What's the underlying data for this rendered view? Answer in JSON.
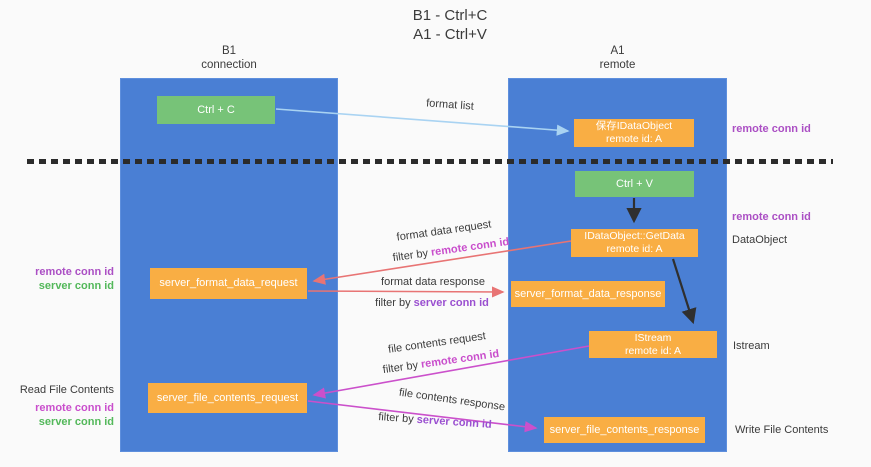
{
  "title": {
    "line1": "B1 - Ctrl+C",
    "line2": "A1 - Ctrl+V"
  },
  "lanes": {
    "left": {
      "name_line1": "B1",
      "name_line2": "connection"
    },
    "right": {
      "name_line1": "A1",
      "name_line2": "remote"
    }
  },
  "boxes": {
    "ctrl_c": {
      "label": "Ctrl + C"
    },
    "ctrl_v": {
      "label": "Ctrl + V"
    },
    "save_dataobject": {
      "line1": "保存IDataObject",
      "line2": "remote id: A"
    },
    "getdata": {
      "line1": "IDataObject::GetData",
      "line2": "remote id: A"
    },
    "istream": {
      "line1": "IStream",
      "line2": "remote id: A"
    },
    "server_format_data_request": {
      "label": "server_format_data_request"
    },
    "server_format_data_response": {
      "label": "server_format_data_response"
    },
    "server_file_contents_request": {
      "label": "server_file_contents_request"
    },
    "server_file_contents_response": {
      "label": "server_file_contents_response"
    }
  },
  "flow_labels": {
    "format_list": "format list",
    "format_data_request": "format data request",
    "format_data_request_filter_prefix": "filter by ",
    "format_data_request_filter_key": "remote conn id",
    "format_data_response": "format data response",
    "format_data_response_filter_prefix": "filter by ",
    "format_data_response_filter_key": "server conn id",
    "file_contents_request": "file contents request",
    "file_contents_request_filter_prefix": "filter by ",
    "file_contents_request_filter_key": "remote conn id",
    "file_contents_response": "file contents response",
    "file_contents_response_filter_prefix": "filter by ",
    "file_contents_response_filter_key": "server conn id"
  },
  "side_labels": {
    "right_remote_conn_id_top": "remote conn id",
    "right_remote_conn_id_mid": "remote conn id",
    "right_dataobject": "DataObject",
    "right_istream": "Istream",
    "right_write_file_contents": "Write File Contents",
    "left_remote_conn_id_top": "remote conn id",
    "left_server_conn_id_top": "server conn id",
    "left_read_file_contents": "Read File Contents",
    "left_remote_conn_id_bottom": "remote conn id",
    "left_server_conn_id_bottom": "server conn id"
  },
  "colors": {
    "lane_blue": "#4a7fd4",
    "box_orange": "#f9ae44",
    "box_green": "#77c378",
    "arrow_black": "#2f2f2f",
    "arrow_salmon": "#e87474",
    "arrow_magenta": "#cb50cb",
    "arrow_lightblue": "#a9d3f2",
    "text_purple": "#ab4fc4",
    "text_magenta": "#c94ecc",
    "text_violet": "#9a4fd0",
    "text_green": "#53b85a",
    "text_dark": "#3b3b3b"
  }
}
